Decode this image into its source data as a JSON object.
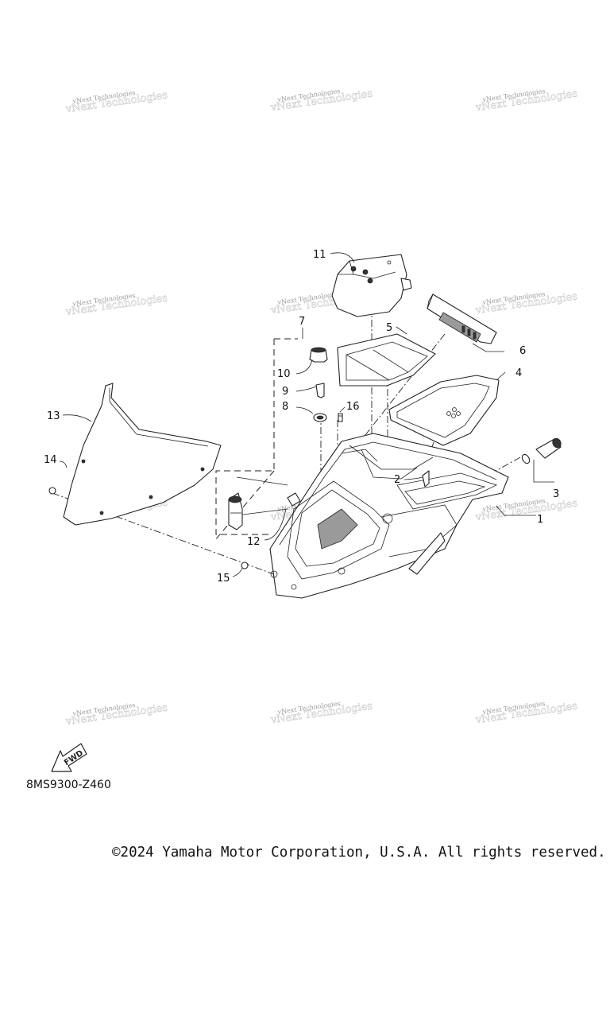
{
  "watermark_text": "vNext Technologies",
  "callouts": {
    "c1": "1",
    "c2": "2",
    "c3": "3",
    "c4": "4",
    "c5": "5",
    "c6": "6",
    "c7": "7",
    "c8": "8",
    "c9": "9",
    "c10": "10",
    "c11": "11",
    "c12": "12",
    "c13": "13",
    "c14": "14",
    "c15": "15",
    "c16": "16"
  },
  "fwd_label": "FWD",
  "diagram_code": "8MS9300-Z460",
  "copyright": "©2024 Yamaha Motor Corporation, U.S.A. All rights reserved."
}
